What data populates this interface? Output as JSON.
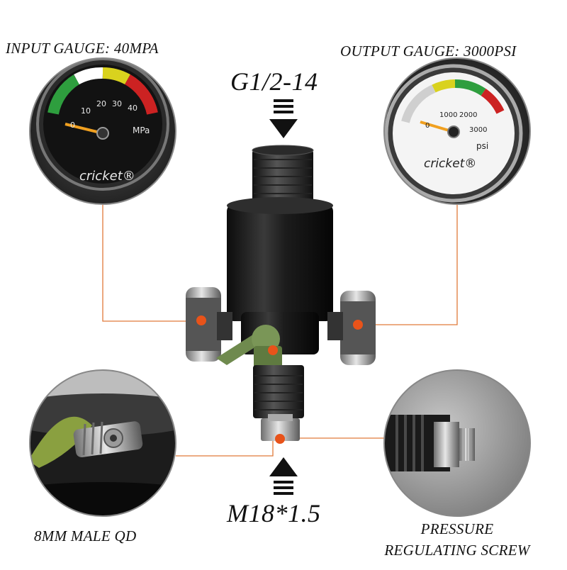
{
  "labels": {
    "input_gauge": "INPUT GAUGE: 40MPA",
    "output_gauge": "OUTPUT GAUGE: 3000PSI",
    "top_thread": "G1/2-14",
    "bottom_thread": "M18*1.5",
    "qd": "8MM MALE QD",
    "screw_line1": "PRESSURE",
    "screw_line2": "REGULATING SCREW"
  },
  "input_dial": {
    "ticks": [
      "0",
      "10",
      "20",
      "30",
      "40"
    ],
    "unit": "MPa",
    "brand": "cricket®"
  },
  "output_dial": {
    "ticks": [
      "0",
      "1000",
      "2000",
      "3000"
    ],
    "unit": "psi",
    "brand": "cricket®"
  },
  "colors": {
    "callout_line": "#e07a3a",
    "marker": "#e8531a",
    "body": "#1a1a1a",
    "green_valve": "#6f8a4e"
  }
}
